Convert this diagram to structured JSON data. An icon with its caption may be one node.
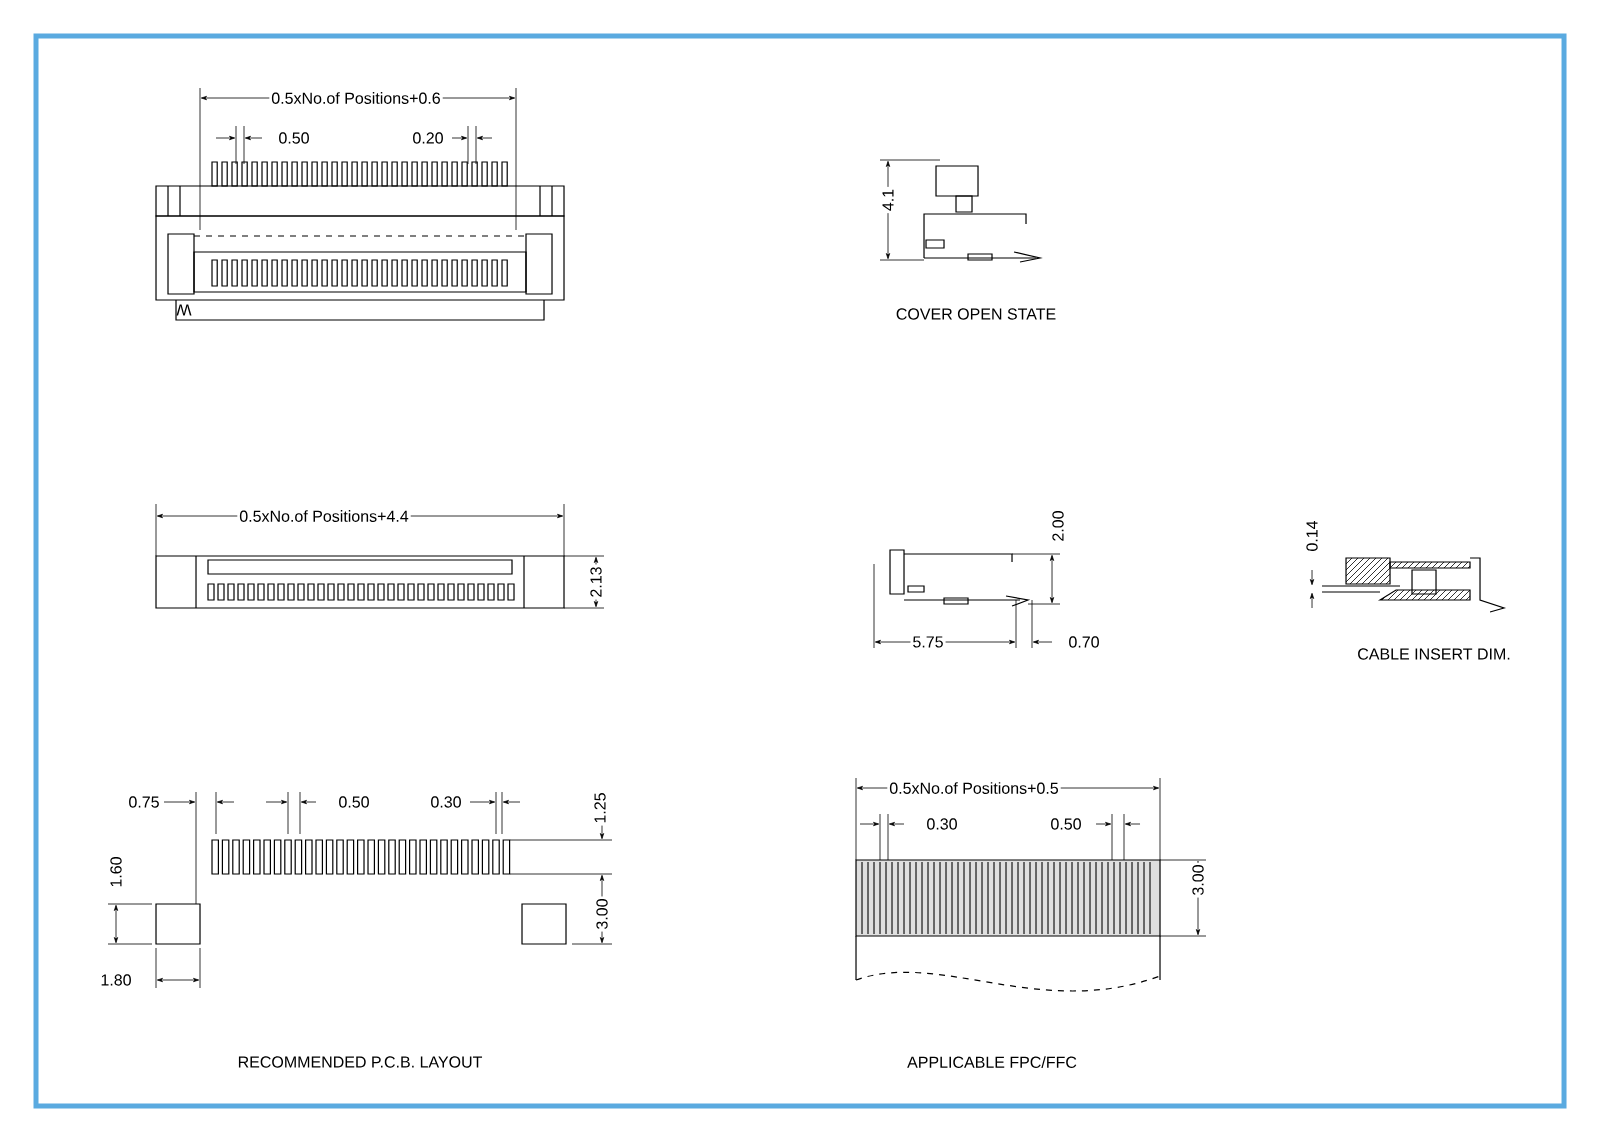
{
  "diagram": {
    "labels": [
      "0.5xNo.of Positions+0.6",
      "0.50",
      "0.20",
      "W",
      "4.1",
      "COVER OPEN STATE",
      "0.5xNo.of Positions+4.4",
      "2.00",
      "2.13",
      "0.14",
      "5.75",
      "0.70",
      "CABLE INSERT DIM.",
      "0.75",
      "0.50",
      "0.30",
      "1.25",
      "1.60",
      "3.00",
      "1.80",
      "0.5xNo.of Positions+0.5",
      "0.30",
      "0.50",
      "3.00",
      "RECOMMENDED P.C.B. LAYOUT",
      "APPLICABLE FPC/FFC"
    ]
  }
}
